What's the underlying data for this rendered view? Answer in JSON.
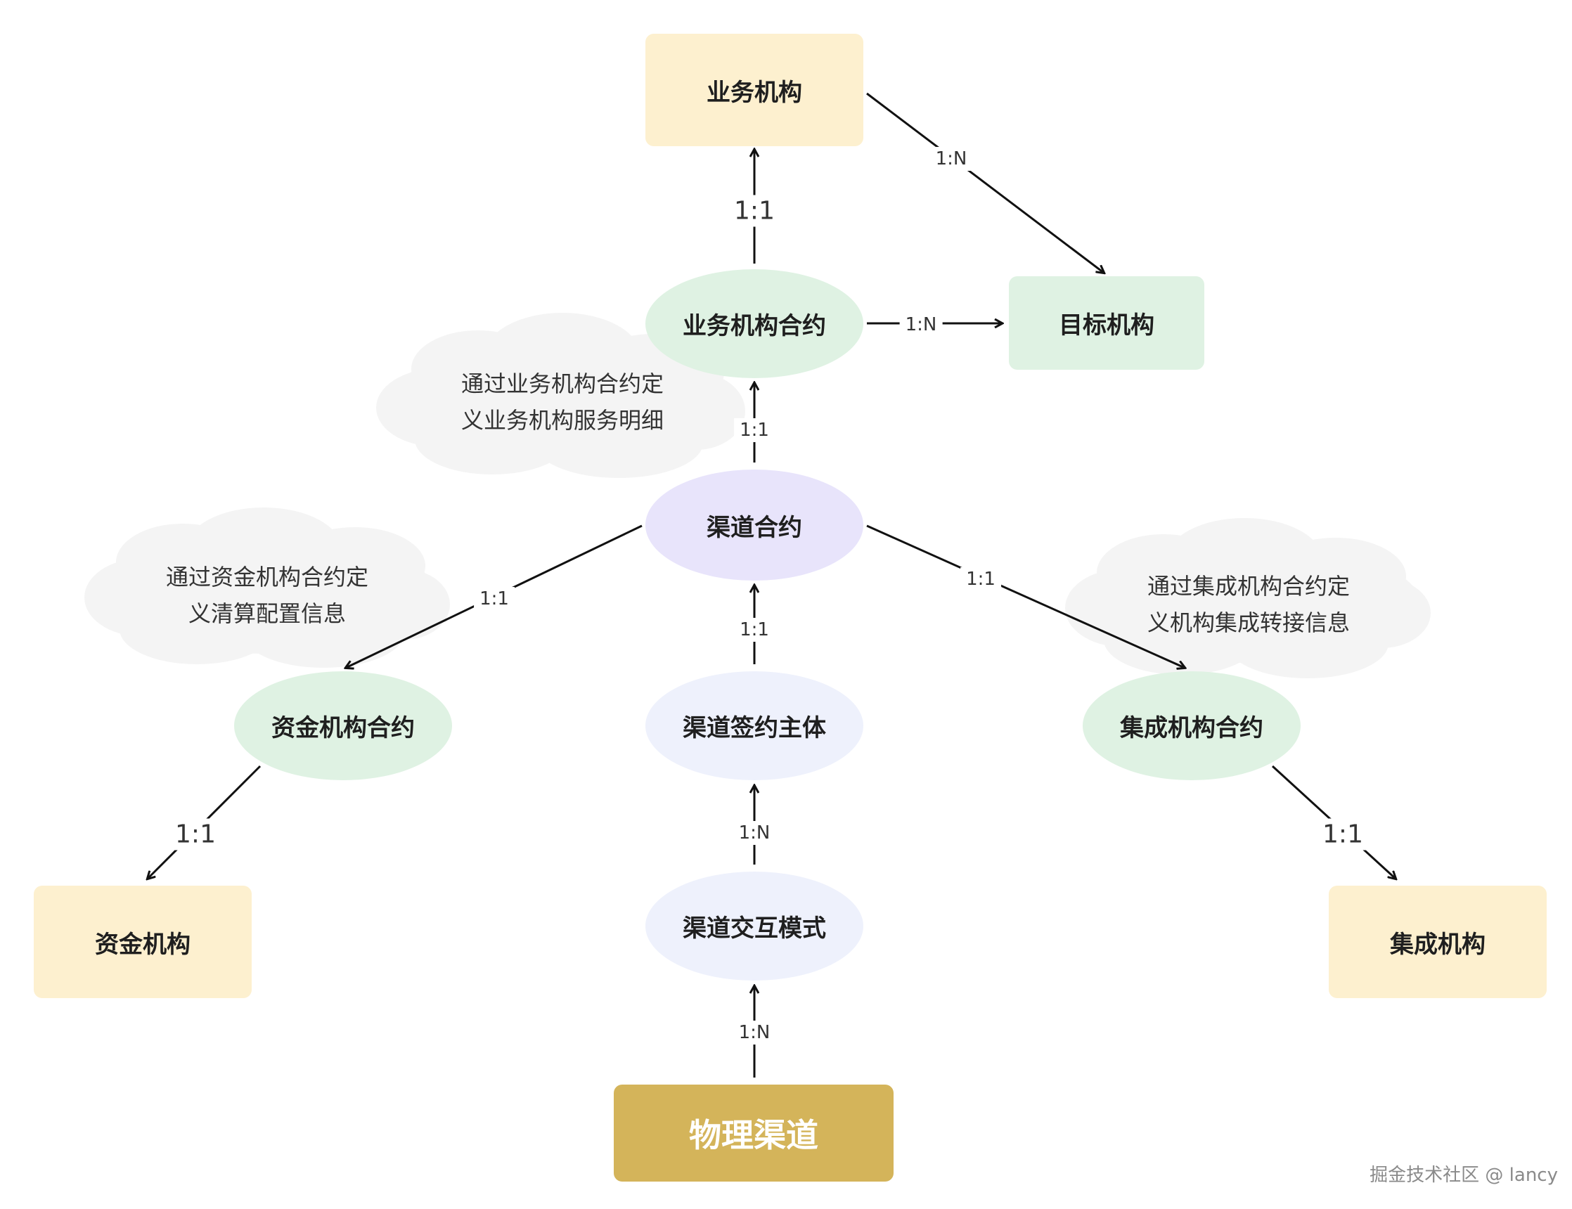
{
  "nodes": {
    "biz_org": "业务机构",
    "target_org": "目标机构",
    "biz_contract": "业务机构合约",
    "channel_contract": "渠道合约",
    "fund_contract": "资金机构合约",
    "sign_subject": "渠道签约主体",
    "integ_contract": "集成机构合约",
    "fund_org": "资金机构",
    "interaction_mode": "渠道交互模式",
    "integ_org": "集成机构",
    "physical_channel": "物理渠道"
  },
  "clouds": {
    "biz_note": "通过业务机构合约定\n义业务机构服务明细",
    "fund_note": "通过资金机构合约定\n义清算配置信息",
    "integ_note": "通过集成机构合约定\n义机构集成转接信息"
  },
  "edges": {
    "biz_contract_to_biz_org": "1:1",
    "biz_org_to_target_org": "1:N",
    "biz_contract_to_target_org": "1:N",
    "channel_contract_to_biz_contract": "1:1",
    "channel_contract_to_fund_contract": "1:1",
    "channel_contract_to_integ_contract": "1:1",
    "sign_subject_to_channel_contract": "1:1",
    "interaction_mode_to_sign_subject": "1:N",
    "physical_to_interaction_mode": "1:N",
    "fund_contract_to_fund_org": "1:1",
    "integ_contract_to_integ_org": "1:1"
  },
  "watermark": "掘金技术社区 @ lancy",
  "colors": {
    "org_box": "#fdf0cf",
    "target_box": "#dff2e3",
    "contract_green": "#dff2e3",
    "channel_purple": "#e8e4fb",
    "subject_blue": "#eef1fc",
    "physical_gold": "#d4b45a",
    "cloud": "#f4f4f4"
  }
}
